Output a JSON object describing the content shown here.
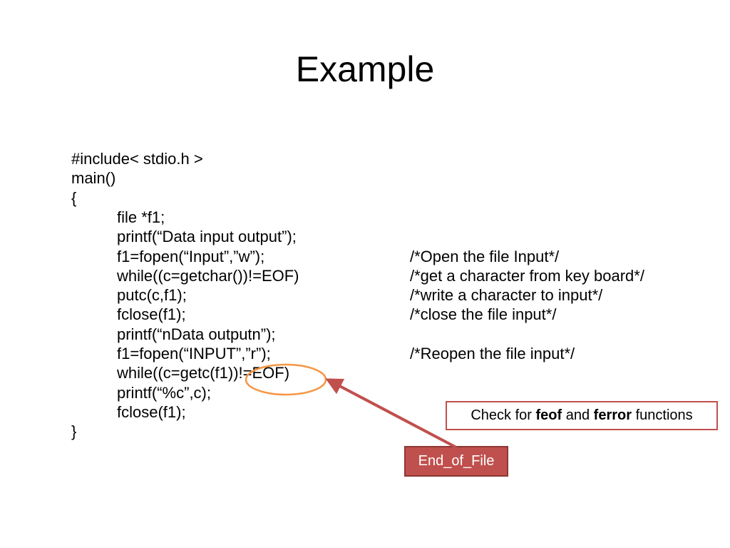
{
  "slide": {
    "title": "Example",
    "code_lines": [
      {
        "text": "#include< stdio.h >",
        "indent": 0
      },
      {
        "text": "main()",
        "indent": 0
      },
      {
        "text": "{",
        "indent": 0
      },
      {
        "text": "file *f1;",
        "indent": 1
      },
      {
        "text": "printf(“Data input output”);",
        "indent": 1
      },
      {
        "text": "f1=fopen(“Input”,”w”);",
        "indent": 1
      },
      {
        "text": "while((c=getchar())!=EOF)",
        "indent": 1
      },
      {
        "text": "putc(c,f1);",
        "indent": 1
      },
      {
        "text": "fclose(f1);",
        "indent": 1
      },
      {
        "text": "printf(“nData outputn”);",
        "indent": 1
      },
      {
        "text": "f1=fopen(“INPUT”,”r”);",
        "indent": 1
      },
      {
        "text": "while((c=getc(f1))!=EOF)",
        "indent": 1
      },
      {
        "text": "printf(“%c”,c);",
        "indent": 1
      },
      {
        "text": "fclose(f1);",
        "indent": 1
      },
      {
        "text": "}",
        "indent": 0
      }
    ],
    "comments": [
      {
        "line": 5,
        "text": "/*Open the file Input*/"
      },
      {
        "line": 6,
        "text": "/*get a character from key board*/"
      },
      {
        "line": 7,
        "text": "/*write a character to input*/"
      },
      {
        "line": 8,
        "text": "/*close the file input*/"
      },
      {
        "line": 10,
        "text": "/*Reopen the file input*/"
      }
    ],
    "callout": {
      "prefix": "Check for ",
      "bold1": "feof",
      "middle": " and ",
      "bold2": "ferror",
      "suffix": " functions"
    },
    "eof_label": "End_of_File",
    "accent_color": "#c0504d",
    "highlight_color": "#f79646"
  }
}
